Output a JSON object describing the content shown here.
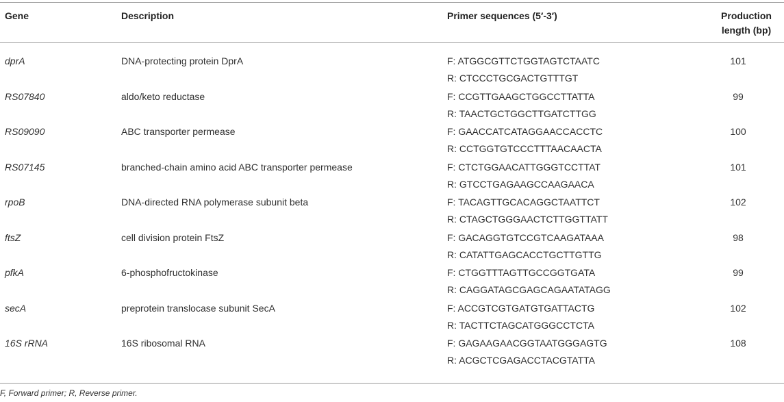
{
  "table": {
    "headers": {
      "gene": "Gene",
      "description": "Description",
      "primer": "Primer sequences (5′-3′)",
      "length_line1": "Production",
      "length_line2": "length (bp)"
    },
    "rows": [
      {
        "gene": "dprA",
        "description": "DNA-protecting protein DprA",
        "forward": "F: ATGGCGTTCTGGTAGTCTAATC",
        "reverse": "R: CTCCCTGCGACTGTTTGT",
        "length": "101"
      },
      {
        "gene": "RS07840",
        "description": "aldo/keto reductase",
        "forward": "F: CCGTTGAAGCTGGCCTTATTA",
        "reverse": "R: TAACTGCTGGCTTGATCTTGG",
        "length": "99"
      },
      {
        "gene": "RS09090",
        "description": "ABC transporter permease",
        "forward": "F: GAACCATCATAGGAACCACCTC",
        "reverse": "R: CCTGGTGTCCCTTTAACAACTA",
        "length": "100"
      },
      {
        "gene": "RS07145",
        "description": "branched-chain amino acid ABC transporter permease",
        "forward": "F: CTCTGGAACATTGGGTCCTTAT",
        "reverse": "R: GTCCTGAGAAGCCAAGAACA",
        "length": "101"
      },
      {
        "gene": "rpoB",
        "description": "DNA-directed RNA polymerase subunit beta",
        "forward": "F: TACAGTTGCACAGGCTAATTCT",
        "reverse": "R: CTAGCTGGGAACTCTTGGTTATT",
        "length": "102"
      },
      {
        "gene": "ftsZ",
        "description": "cell division protein FtsZ",
        "forward": "F: GACAGGTGTCCGTCAAGATAAA",
        "reverse": "R: CATATTGAGCACCTGCTTGTTG",
        "length": "98"
      },
      {
        "gene": "pfkA",
        "description": "6-phosphofructokinase",
        "forward": "F: CTGGTTTAGTTGCCGGTGATA",
        "reverse": "R: CAGGATAGCGAGCAGAATATAGG",
        "length": "99"
      },
      {
        "gene": "secA",
        "description": "preprotein translocase subunit SecA",
        "forward": "F: ACCGTCGTGATGTGATTACTG",
        "reverse": "R: TACTTCTAGCATGGGCCTCTA",
        "length": "102"
      },
      {
        "gene": "16S rRNA",
        "description": "16S ribosomal RNA",
        "forward": "F: GAGAAGAACGGTAATGGGAGTG",
        "reverse": "R: ACGCTCGAGACCTACGTATTA",
        "length": "108"
      }
    ]
  },
  "footnote": "F, Forward primer; R, Reverse primer."
}
